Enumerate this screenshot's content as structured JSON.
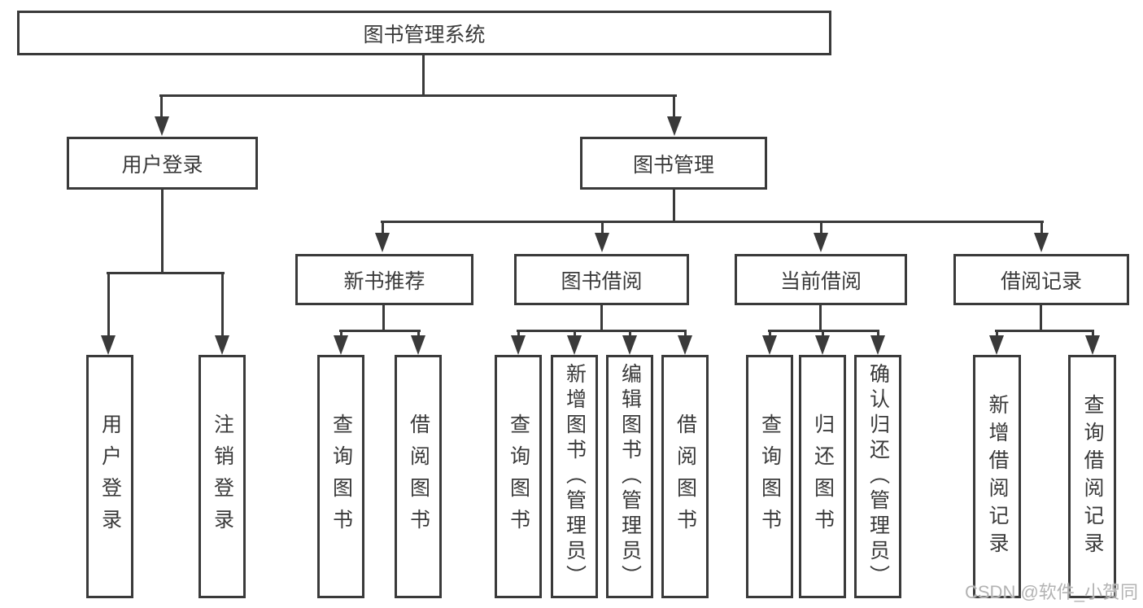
{
  "diagram_type": "hierarchy-tree",
  "colors": {
    "line": "#3a3a3a",
    "text": "#3a3a3a",
    "box_background": "#ffffff",
    "page_background": "#ffffff",
    "watermark": "#b3b3b3"
  },
  "tree": {
    "label": "图书管理系统",
    "children": [
      {
        "label": "用户登录",
        "children": [
          {
            "label": "用户登录"
          },
          {
            "label": "注销登录"
          }
        ]
      },
      {
        "label": "图书管理",
        "children": [
          {
            "label": "新书推荐",
            "children": [
              {
                "label": "查询图书"
              },
              {
                "label": "借阅图书"
              }
            ]
          },
          {
            "label": "图书借阅",
            "children": [
              {
                "label": "查询图书"
              },
              {
                "label": "新增图书（管理员）"
              },
              {
                "label": "编辑图书（管理员）"
              },
              {
                "label": "借阅图书"
              }
            ]
          },
          {
            "label": "当前借阅",
            "children": [
              {
                "label": "查询图书"
              },
              {
                "label": "归还图书"
              },
              {
                "label": "确认归还（管理员）"
              }
            ]
          },
          {
            "label": "借阅记录",
            "children": [
              {
                "label": "新增借阅记录"
              },
              {
                "label": "查询借阅记录"
              }
            ]
          }
        ]
      }
    ]
  },
  "watermark": {
    "text": "CSDN @软件_小贺同学"
  }
}
